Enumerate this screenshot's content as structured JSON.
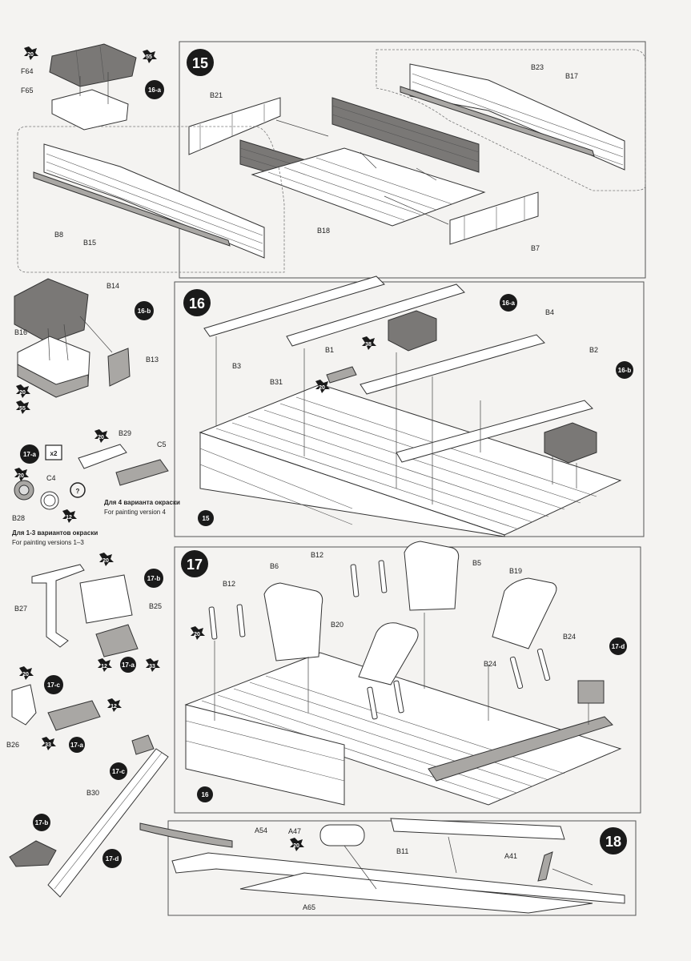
{
  "steps": {
    "s15": "15",
    "s16": "16",
    "s17": "17",
    "s18": "18"
  },
  "subassemblies": {
    "a16": "16-a",
    "b16": "16-b",
    "a17": "17-a",
    "b17": "17-b",
    "c17": "17-c",
    "d17": "17-d"
  },
  "multiplier": "x2",
  "paint_codes": [
    "20",
    "55",
    "38",
    "12",
    "33"
  ],
  "labels": {
    "F64": "F64",
    "F65": "F65",
    "B21": "B21",
    "B23": "B23",
    "B17": "B17",
    "B8": "B8",
    "B15": "B15",
    "B18": "B18",
    "B7": "B7",
    "B14": "B14",
    "B16": "B16",
    "B13": "B13",
    "B3": "B3",
    "B31": "B31",
    "B1": "B1",
    "B4": "B4",
    "B2": "B2",
    "B29": "B29",
    "C5": "C5",
    "C4": "C4",
    "B28": "B28",
    "B27": "B27",
    "B25": "B25",
    "B26": "B26",
    "B12": "B12",
    "B6": "B6",
    "B5": "B5",
    "B19": "B19",
    "B20": "B20",
    "B24": "B24",
    "B30": "B30",
    "A54": "A54",
    "A47": "A47",
    "B11": "B11",
    "A41": "A41",
    "A65": "A65"
  },
  "ref_badges": {
    "r15": "15",
    "r16": "16"
  },
  "captions": {
    "v4_ru": "Для 4 варианта окраски",
    "v4_en": "For painting version 4",
    "v13_ru": "Для 1-3 вариантов окраски",
    "v13_en": "For painting versions 1–3"
  }
}
